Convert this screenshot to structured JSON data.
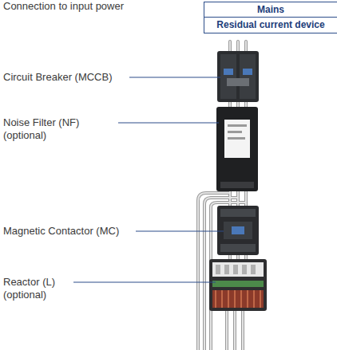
{
  "diagram": {
    "nodes": [
      {
        "text": [
          "Mains",
          "Residual current device"
        ]
      }
    ],
    "labels": [
      "Connection to input power",
      "Circuit Breaker (MCCB)",
      "Noise Filter (NF) (optional)",
      "Magnetic Contactor (MC)",
      "Reactor (L) (optional)"
    ]
  }
}
